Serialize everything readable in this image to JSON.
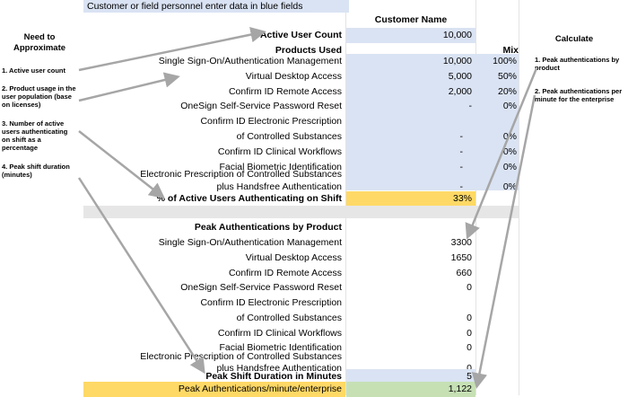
{
  "banner": "Customer or field personnel enter data in blue fields",
  "customer_name_header": "Customer Name",
  "left_panel": {
    "title_line1": "Need to",
    "title_line2": "Approximate",
    "notes": [
      "1. Active user count",
      "2. Product usage in the user population (base on licenses)",
      "3. Number of active users authenticating on shift as a percentage",
      "4. Peak shift duration (minutes)"
    ]
  },
  "right_panel": {
    "title": "Calculate",
    "notes": [
      "1. Peak authentications by product",
      "2. Peak authentications per minute for the enterprise"
    ]
  },
  "active_user_count": {
    "label": "Active User Count",
    "value": "10,000"
  },
  "products_used": {
    "label": "Products Used",
    "mix_header": "Mix"
  },
  "products": [
    {
      "label": "Single Sign-On/Authentication Management",
      "users": "10,000",
      "mix": "100%"
    },
    {
      "label": "Virtual Desktop Access",
      "users": "5,000",
      "mix": "50%"
    },
    {
      "label": "Confirm ID Remote Access",
      "users": "2,000",
      "mix": "20%"
    },
    {
      "label": "OneSign Self-Service Password Reset",
      "users": "-",
      "mix": "0%"
    },
    {
      "label_line1": "Confirm ID Electronic Prescription",
      "label_line2": "of Controlled Substances",
      "users": "-",
      "mix": "0%"
    },
    {
      "label": "Confirm ID Clinical Workflows",
      "users": "-",
      "mix": "0%"
    },
    {
      "label": "Facial Biometric Identification",
      "users": "-",
      "mix": "0%"
    },
    {
      "label_line1": "Electronic Prescription of Controlled Substances",
      "label_line2": "plus Handsfree Authentication",
      "users": "-",
      "mix": "0%"
    }
  ],
  "pct_authenticating": {
    "label": "% of Active Users Authenticating on Shift",
    "value": "33%"
  },
  "peak_by_product": {
    "header": "Peak Authentications by Product",
    "rows": [
      {
        "label": "Single Sign-On/Authentication Management",
        "value": "3300"
      },
      {
        "label": "Virtual Desktop Access",
        "value": "1650"
      },
      {
        "label": "Confirm ID Remote Access",
        "value": "660"
      },
      {
        "label": "OneSign Self-Service Password Reset",
        "value": "0"
      },
      {
        "label_line1": "Confirm ID Electronic Prescription",
        "label_line2": "of Controlled Substances",
        "value": "0"
      },
      {
        "label": "Confirm ID Clinical Workflows",
        "value": "0"
      },
      {
        "label": "Facial Biometric Identification",
        "value": "0"
      },
      {
        "label_line1": "Electronic Prescription of Controlled Substances",
        "label_line2": "plus Handsfree Authentication",
        "value": "0"
      }
    ]
  },
  "peak_shift_duration": {
    "label": "Peak Shift Duration in Minutes",
    "value": "5"
  },
  "peak_per_minute": {
    "label": "Peak Authentications/minute/enterprise",
    "value": "1,122"
  },
  "colors": {
    "input_blue": "#dae3f3",
    "highlight_yellow": "#ffd966",
    "result_green": "#c6e0b4",
    "separator_gray": "#e7e6e6",
    "arrow_gray": "#a6a6a6"
  }
}
